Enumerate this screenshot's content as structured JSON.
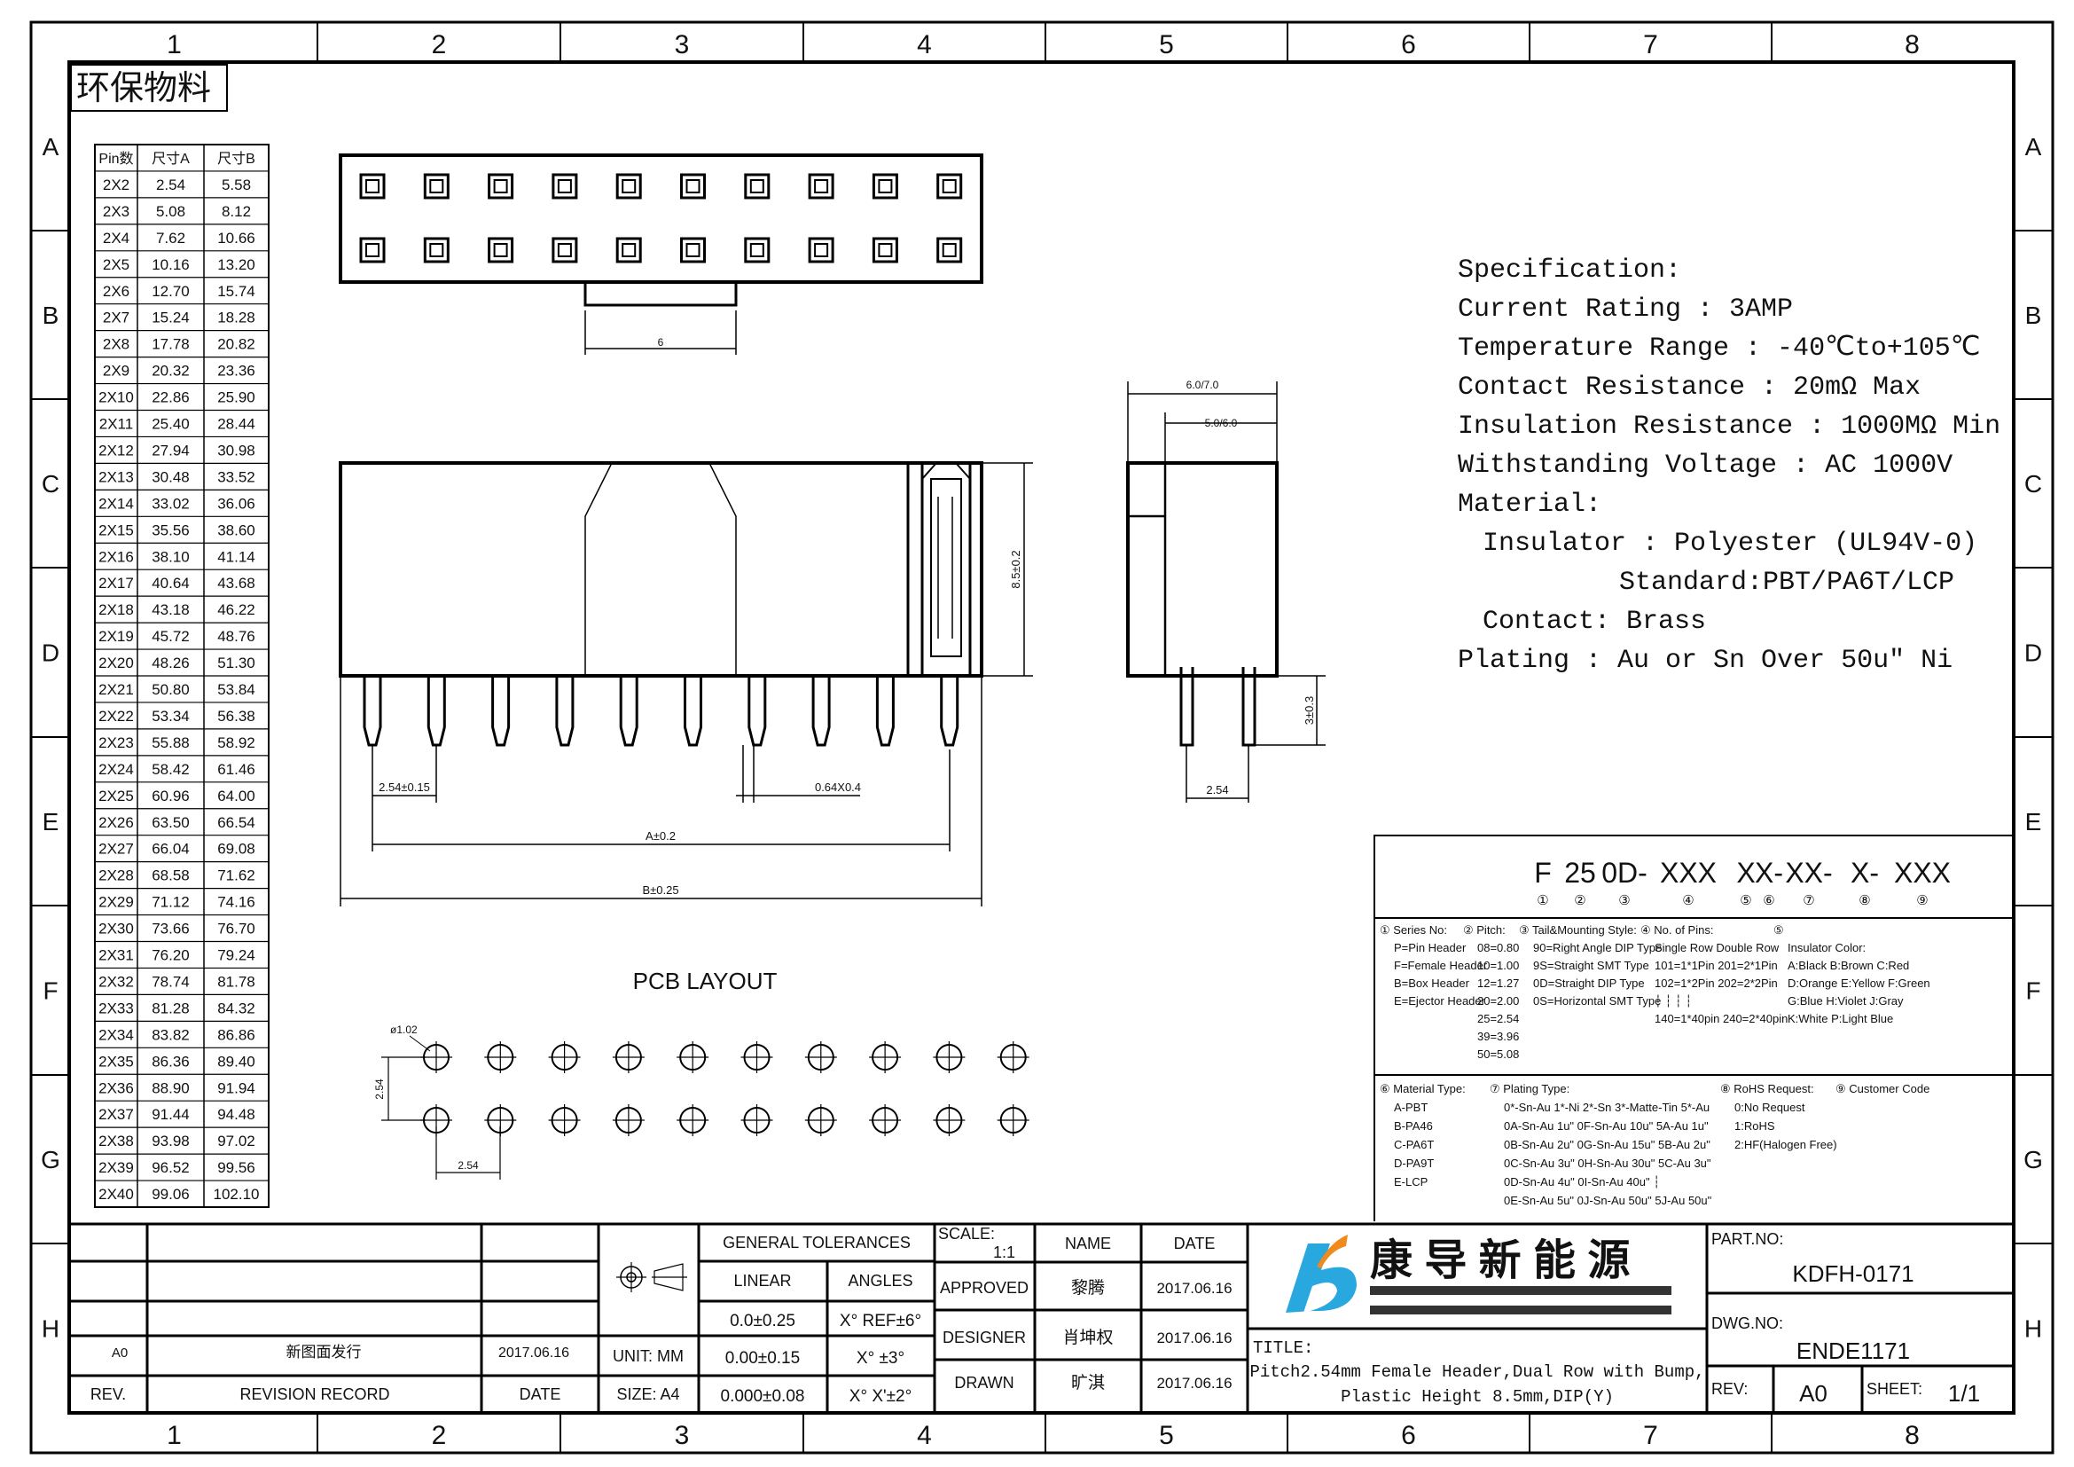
{
  "frame": {
    "cols": [
      "1",
      "2",
      "3",
      "4",
      "5",
      "6",
      "7",
      "8"
    ],
    "rows": [
      "A",
      "B",
      "C",
      "D",
      "E",
      "F",
      "G",
      "H"
    ]
  },
  "eco_label": "环保物料",
  "pin_table": {
    "headers": [
      "Pin数",
      "尺寸A",
      "尺寸B"
    ],
    "rows": [
      [
        "2X2",
        "2.54",
        "5.58"
      ],
      [
        "2X3",
        "5.08",
        "8.12"
      ],
      [
        "2X4",
        "7.62",
        "10.66"
      ],
      [
        "2X5",
        "10.16",
        "13.20"
      ],
      [
        "2X6",
        "12.70",
        "15.74"
      ],
      [
        "2X7",
        "15.24",
        "18.28"
      ],
      [
        "2X8",
        "17.78",
        "20.82"
      ],
      [
        "2X9",
        "20.32",
        "23.36"
      ],
      [
        "2X10",
        "22.86",
        "25.90"
      ],
      [
        "2X11",
        "25.40",
        "28.44"
      ],
      [
        "2X12",
        "27.94",
        "30.98"
      ],
      [
        "2X13",
        "30.48",
        "33.52"
      ],
      [
        "2X14",
        "33.02",
        "36.06"
      ],
      [
        "2X15",
        "35.56",
        "38.60"
      ],
      [
        "2X16",
        "38.10",
        "41.14"
      ],
      [
        "2X17",
        "40.64",
        "43.68"
      ],
      [
        "2X18",
        "43.18",
        "46.22"
      ],
      [
        "2X19",
        "45.72",
        "48.76"
      ],
      [
        "2X20",
        "48.26",
        "51.30"
      ],
      [
        "2X21",
        "50.80",
        "53.84"
      ],
      [
        "2X22",
        "53.34",
        "56.38"
      ],
      [
        "2X23",
        "55.88",
        "58.92"
      ],
      [
        "2X24",
        "58.42",
        "61.46"
      ],
      [
        "2X25",
        "60.96",
        "64.00"
      ],
      [
        "2X26",
        "63.50",
        "66.54"
      ],
      [
        "2X27",
        "66.04",
        "69.08"
      ],
      [
        "2X28",
        "68.58",
        "71.62"
      ],
      [
        "2X29",
        "71.12",
        "74.16"
      ],
      [
        "2X30",
        "73.66",
        "76.70"
      ],
      [
        "2X31",
        "76.20",
        "79.24"
      ],
      [
        "2X32",
        "78.74",
        "81.78"
      ],
      [
        "2X33",
        "81.28",
        "84.32"
      ],
      [
        "2X34",
        "83.82",
        "86.86"
      ],
      [
        "2X35",
        "86.36",
        "89.40"
      ],
      [
        "2X36",
        "88.90",
        "91.94"
      ],
      [
        "2X37",
        "91.44",
        "94.48"
      ],
      [
        "2X38",
        "93.98",
        "97.02"
      ],
      [
        "2X39",
        "96.52",
        "99.56"
      ],
      [
        "2X40",
        "99.06",
        "102.10"
      ]
    ]
  },
  "dimensions": {
    "top_bump": "6",
    "pitch": "2.54±0.15",
    "pin_size": "0.64X0.4",
    "a": "A±0.2",
    "b": "B±0.25",
    "height": "8.5±0.2",
    "side_outer": "6.0/7.0",
    "side_inner": "5.0/6.0",
    "tail": "3±0.3",
    "side_pitch": "2.54",
    "pcb_hole": "ø1.02",
    "pcb_row": "2.54",
    "pcb_pitch": "2.54"
  },
  "pcb_title": "PCB LAYOUT",
  "pin_count_per_row": 10,
  "specification": [
    "Specification:",
    "Current Rating : 3AMP",
    "Temperature Range : -40℃to+105℃",
    "Contact Resistance : 20mΩ Max",
    "Insulation Resistance : 1000MΩ Min",
    "Withstanding Voltage : AC 1000V",
    "Material:",
    "Insulator : Polyester (UL94V-0)",
    "Standard:PBT/PA6T/LCP",
    "Contact: Brass",
    "Plating : Au or Sn Over 50u\" Ni"
  ],
  "part_code": {
    "segments": [
      "F",
      "25",
      "0D-",
      "XXX",
      "X",
      "X-",
      "XX-",
      "X-",
      "XXX"
    ],
    "numbers": [
      "①",
      "②",
      "③",
      "④",
      "⑤",
      "⑥",
      "⑦",
      "⑧",
      "⑨"
    ],
    "legend_top": [
      [
        "① Series No:",
        "P=Pin Header",
        "F=Female Header",
        "B=Box Header",
        "E=Ejector Header"
      ],
      [
        "② Pitch:",
        "08=0.80",
        "10=1.00",
        "12=1.27",
        "20=2.00",
        "25=2.54",
        "39=3.96",
        "50=5.08"
      ],
      [
        "③ Tail&Mounting Style:",
        "90=Right Angle DIP Type",
        "9S=Straight SMT Type",
        "0D=Straight DIP Type",
        "0S=Horizontal SMT Type"
      ],
      [
        "④ No. of Pins:",
        "Single Row   Double Row",
        "101=1*1Pin  201=2*1Pin",
        "102=1*2Pin  202=2*2Pin",
        "  ┆  ┆      ┆  ┆",
        "140=1*40pin 240=2*40pin"
      ],
      [
        "⑤",
        "Insulator Color:",
        "A:Black  B:Brown  C:Red",
        "D:Orange E:Yellow F:Green",
        "G:Blue   H:Violet J:Gray",
        "K:White  P:Light Blue"
      ]
    ],
    "legend_bottom": [
      [
        "⑥ Material Type:",
        "A-PBT",
        "B-PA46",
        "C-PA6T",
        "D-PA9T",
        "E-LCP"
      ],
      [
        "⑦ Plating Type:",
        "0*-Sn-Au 1*-Ni 2*-Sn 3*-Matte-Tin 5*-Au",
        "0A-Sn-Au 1u\" 0F-Sn-Au 10u\"  5A-Au 1u\"",
        "0B-Sn-Au 2u\" 0G-Sn-Au 15u\"  5B-Au 2u\"",
        "0C-Sn-Au 3u\" 0H-Sn-Au 30u\"  5C-Au 3u\"",
        "0D-Sn-Au 4u\" 0I-Sn-Au 40u\"    ┆",
        "0E-Sn-Au 5u\" 0J-Sn-Au 50u\"  5J-Au 50u\""
      ],
      [
        "⑧ RoHS Request:",
        "0:No Request",
        "1:RoHS",
        "2:HF(Halogen Free)"
      ],
      [
        "⑨ Customer Code"
      ]
    ]
  },
  "title_block": {
    "revision": {
      "rev": "A0",
      "record": "新图面发行",
      "date": "2017.06.16",
      "rev_label": "REV.",
      "record_label": "REVISION RECORD",
      "date_label": "DATE"
    },
    "unit": "UNIT: MM",
    "size": "SIZE: A4",
    "tolerances": {
      "title": "GENERAL TOLERANCES",
      "linear": "LINEAR",
      "angles": "ANGLES",
      "rows": [
        [
          "0.0±0.25",
          "X° REF±6°"
        ],
        [
          "0.00±0.15",
          "X° ±3°"
        ],
        [
          "0.000±0.08",
          "X° X'±2°"
        ]
      ]
    },
    "scale_label": "SCALE:",
    "scale": "1:1",
    "name_label": "NAME",
    "date_label": "DATE",
    "signoffs": [
      {
        "role": "APPROVED",
        "name": "黎腾",
        "date": "2017.06.16"
      },
      {
        "role": "DESIGNER",
        "name": "肖坤权",
        "date": "2017.06.16"
      },
      {
        "role": "DRAWN",
        "name": "旷淇",
        "date": "2017.06.16"
      }
    ],
    "company": "康 导 新 能 源",
    "title_label": "TITLE:",
    "title_line1": "Pitch2.54mm Female Header,Dual Row with Bump,",
    "title_line2": "Plastic Height 8.5mm,DIP(Y)",
    "part_no_label": "PART.NO:",
    "part_no": "KDFH-0171",
    "dwg_no_label": "DWG.NO:",
    "dwg_no": "ENDE1171",
    "rev_label": "REV:",
    "rev": "A0",
    "sheet_label": "SHEET:",
    "sheet": "1/1"
  },
  "colors": {
    "logo_blue": "#29a8e0",
    "logo_orange": "#f08a1c"
  }
}
